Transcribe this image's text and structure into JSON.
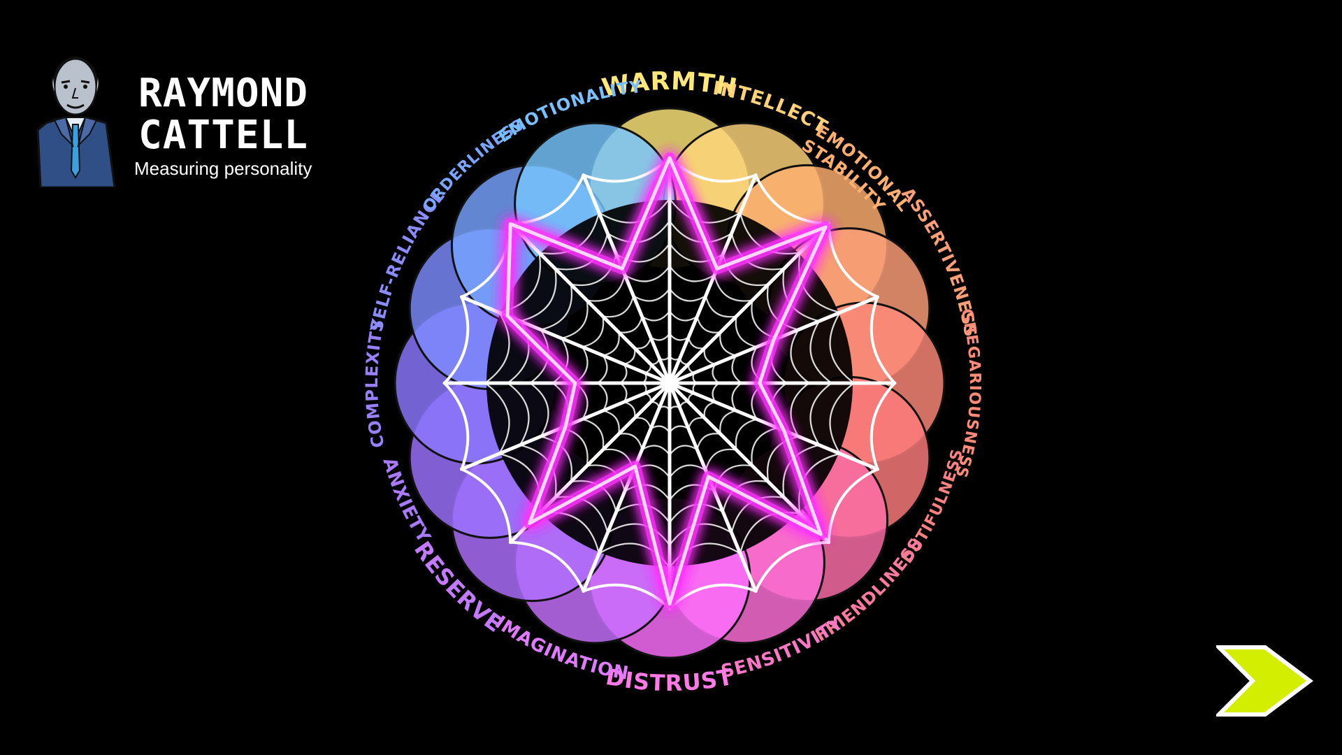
{
  "header": {
    "name_line1": "RAYMOND",
    "name_line2": "CATTELL",
    "subtitle": "Measuring personality"
  },
  "colors": {
    "background": "#000000",
    "web": "#ffffff",
    "profile_glow": "#ff33ff",
    "profile_core": "#ffd6ff",
    "next_arrow": "#d4ee00"
  },
  "icons": {
    "portrait": "man-portrait-icon",
    "next": "chevron-right-icon"
  },
  "traits": [
    {
      "label": "WARMTH",
      "color": "#ffe77a",
      "size": 36
    },
    {
      "label": "INTELLECT",
      "color": "#ffd27a",
      "size": 27
    },
    {
      "label": "EMOTIONAL",
      "color": "#ffb070",
      "size": 24
    },
    {
      "label": "STABILITY",
      "color": "#ffb070",
      "size": 24
    },
    {
      "label": "ASSERTIVENESS",
      "color": "#ff9f78",
      "size": 24
    },
    {
      "label": "GREGARIOUSNESS",
      "color": "#ff8c78",
      "size": 22
    },
    {
      "label": "DUTIFULNESS",
      "color": "#ff8282",
      "size": 22
    },
    {
      "label": "FRIENDLINESS",
      "color": "#ff7aa0",
      "size": 24
    },
    {
      "label": "SENSITIVITY",
      "color": "#ff78c8",
      "size": 26
    },
    {
      "label": "DISTRUST",
      "color": "#ff7ae6",
      "size": 32
    },
    {
      "label": "IMAGINATION",
      "color": "#e07aff",
      "size": 26
    },
    {
      "label": "RESERVE",
      "color": "#c47aff",
      "size": 32
    },
    {
      "label": "ANXIETY",
      "color": "#aa7aff",
      "size": 26
    },
    {
      "label": "COMPLEXITY",
      "color": "#9a80ff",
      "size": 24
    },
    {
      "label": "SELF-RELIANCE",
      "color": "#8a8cff",
      "size": 24
    },
    {
      "label": "ORDERLINESS",
      "color": "#7aa6ff",
      "size": 22
    },
    {
      "label": "EMOTIONALITY",
      "color": "#78c0ff",
      "size": 24
    }
  ],
  "circle_colors": [
    "#ffe77a",
    "#ffd57a",
    "#ffb070",
    "#ffa07a",
    "#ff8a7a",
    "#ff7d7d",
    "#ff6fa8",
    "#ff70d8",
    "#ff70ff",
    "#c870ff",
    "#b070ff",
    "#9d73ff",
    "#8c78ff",
    "#7e8cff",
    "#78a4ff",
    "#78c6ff"
  ],
  "chart_data": {
    "type": "radar",
    "axes_count": 16,
    "profile_values": [
      1.0,
      0.55,
      0.98,
      0.5,
      0.4,
      0.55,
      0.95,
      0.45,
      0.98,
      0.4,
      0.88,
      0.5,
      0.42,
      0.78,
      1.0,
      0.55
    ]
  }
}
